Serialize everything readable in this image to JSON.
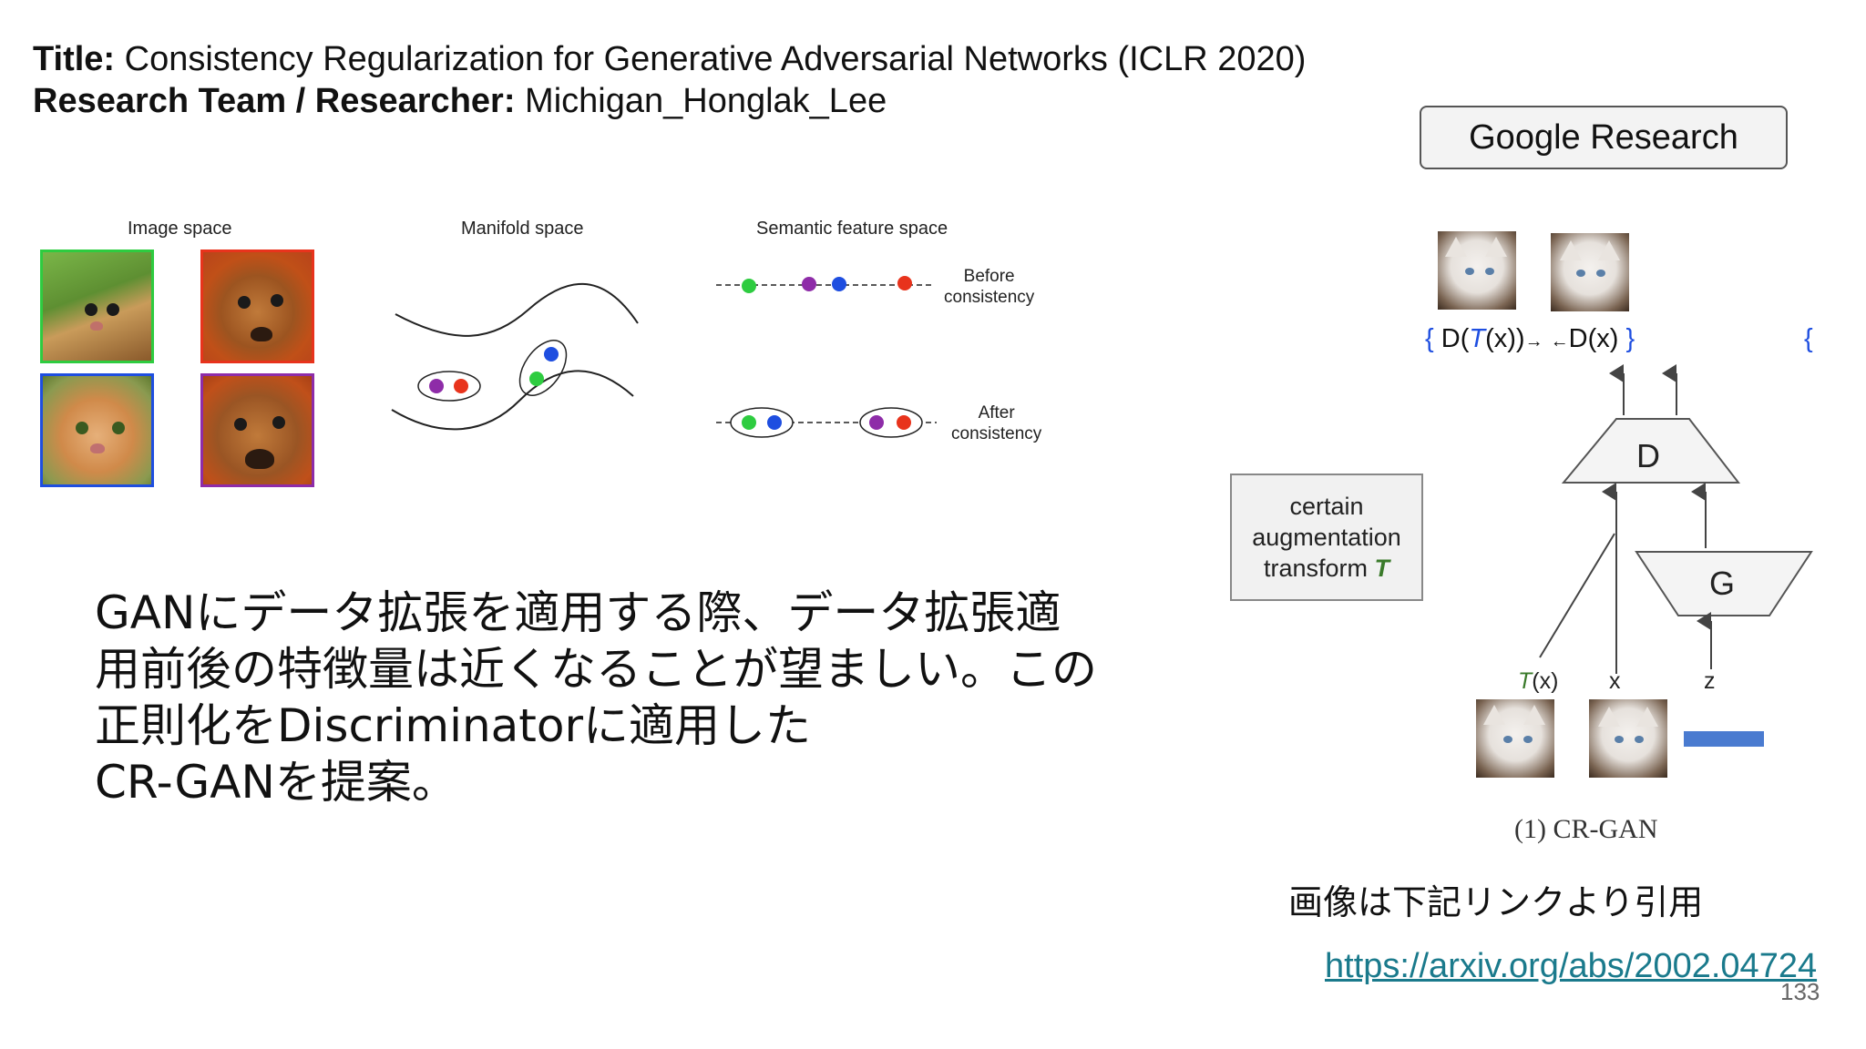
{
  "header": {
    "title_label": "Title:",
    "title_value": "Consistency Regularization for Generative Adversarial Networks (ICLR 2020)",
    "team_label": "Research Team / Researcher:",
    "team_value": "Michigan_Honglak_Lee"
  },
  "badge": {
    "text": "Google Research"
  },
  "figure_left": {
    "image_space_label": "Image space",
    "manifold_space_label": "Manifold space",
    "semantic_space_label": "Semantic feature space",
    "before_line1": "Before",
    "before_line2": "consistency",
    "after_line1": "After",
    "after_line2": "consistency",
    "colors": {
      "green": "#2ecc40",
      "purple": "#8e2ca8",
      "blue": "#1e4ee0",
      "red": "#e8331c"
    }
  },
  "main_text": {
    "line1": "GANにデータ拡張を適用する際、データ拡張適",
    "line2": "用前後の特徴量は近くなることが望ましい。この",
    "line3": "正則化をDiscriminatorに適用した",
    "line4": "CR-GANを提案。"
  },
  "diagram": {
    "aug_line1": "certain",
    "aug_line2": "augmentation",
    "aug_line3": "transform",
    "aug_t": "T",
    "formula_open": "{",
    "formula_d": "D(",
    "formula_t": "T",
    "formula_x": "(x))",
    "formula_arrow1": "→",
    "formula_arrow2": "←",
    "formula_dx": "D(x)",
    "formula_close": "}",
    "stray_brace": "{",
    "d_label": "D",
    "g_label": "G",
    "var_t": "T",
    "var_tx": "(x)",
    "var_x": "x",
    "var_z": "z",
    "caption": "(1) CR-GAN"
  },
  "footer": {
    "cite_text": "画像は下記リンクより引用",
    "link_text": "https://arxiv.org/abs/2002.04724",
    "page_number": "133"
  }
}
